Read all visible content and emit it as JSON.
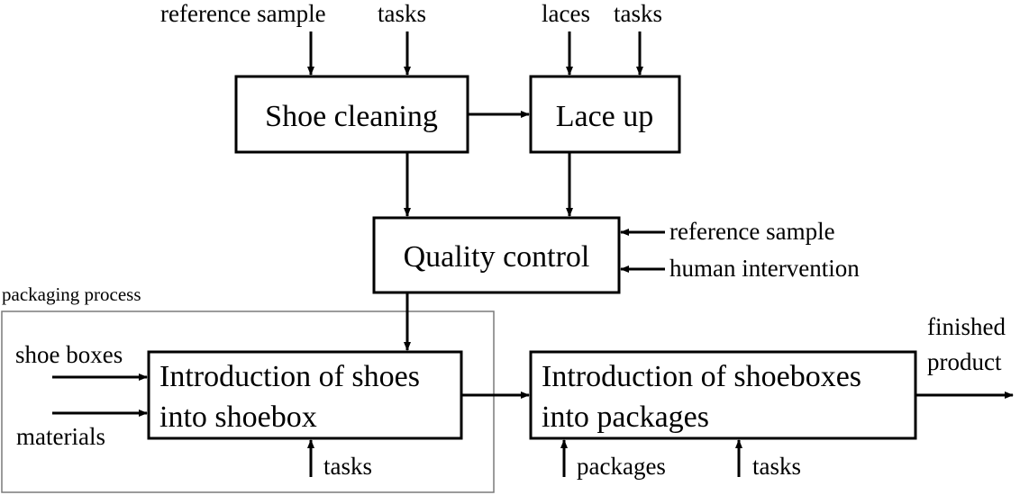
{
  "boxes": {
    "shoe_cleaning": "Shoe cleaning",
    "lace_up": "Lace up",
    "quality_control": "Quality control",
    "intro_shoes": [
      "Introduction of shoes",
      "into shoebox"
    ],
    "intro_shoeboxes": [
      "Introduction of shoeboxes",
      "into packages"
    ]
  },
  "group": {
    "label": "packaging process"
  },
  "inputs": {
    "cleaning_reference": "reference sample",
    "cleaning_tasks": "tasks",
    "laces": "laces",
    "laceup_tasks": "tasks",
    "qc_reference": "reference sample",
    "qc_human": "human intervention",
    "shoe_boxes": "shoe boxes",
    "materials": "materials",
    "intro_shoes_tasks": "tasks",
    "packages": "packages",
    "intro_boxes_tasks": "tasks"
  },
  "outputs": {
    "finished_product": [
      "finished",
      "product"
    ]
  }
}
